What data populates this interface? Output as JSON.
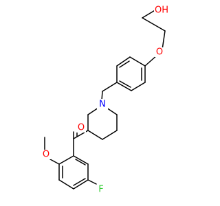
{
  "molecule": {
    "colors": {
      "bond": "#000000",
      "carbon": "#000000",
      "nitrogen": "#0000ff",
      "oxygen": "#ff0000",
      "fluorine": "#33cc33"
    },
    "atoms": {
      "hydroxyl_o": "OH",
      "ether_o": "O",
      "ring_n": "N",
      "carbonyl_o": "O",
      "methoxy_o": "O",
      "fluorine": "F"
    }
  }
}
